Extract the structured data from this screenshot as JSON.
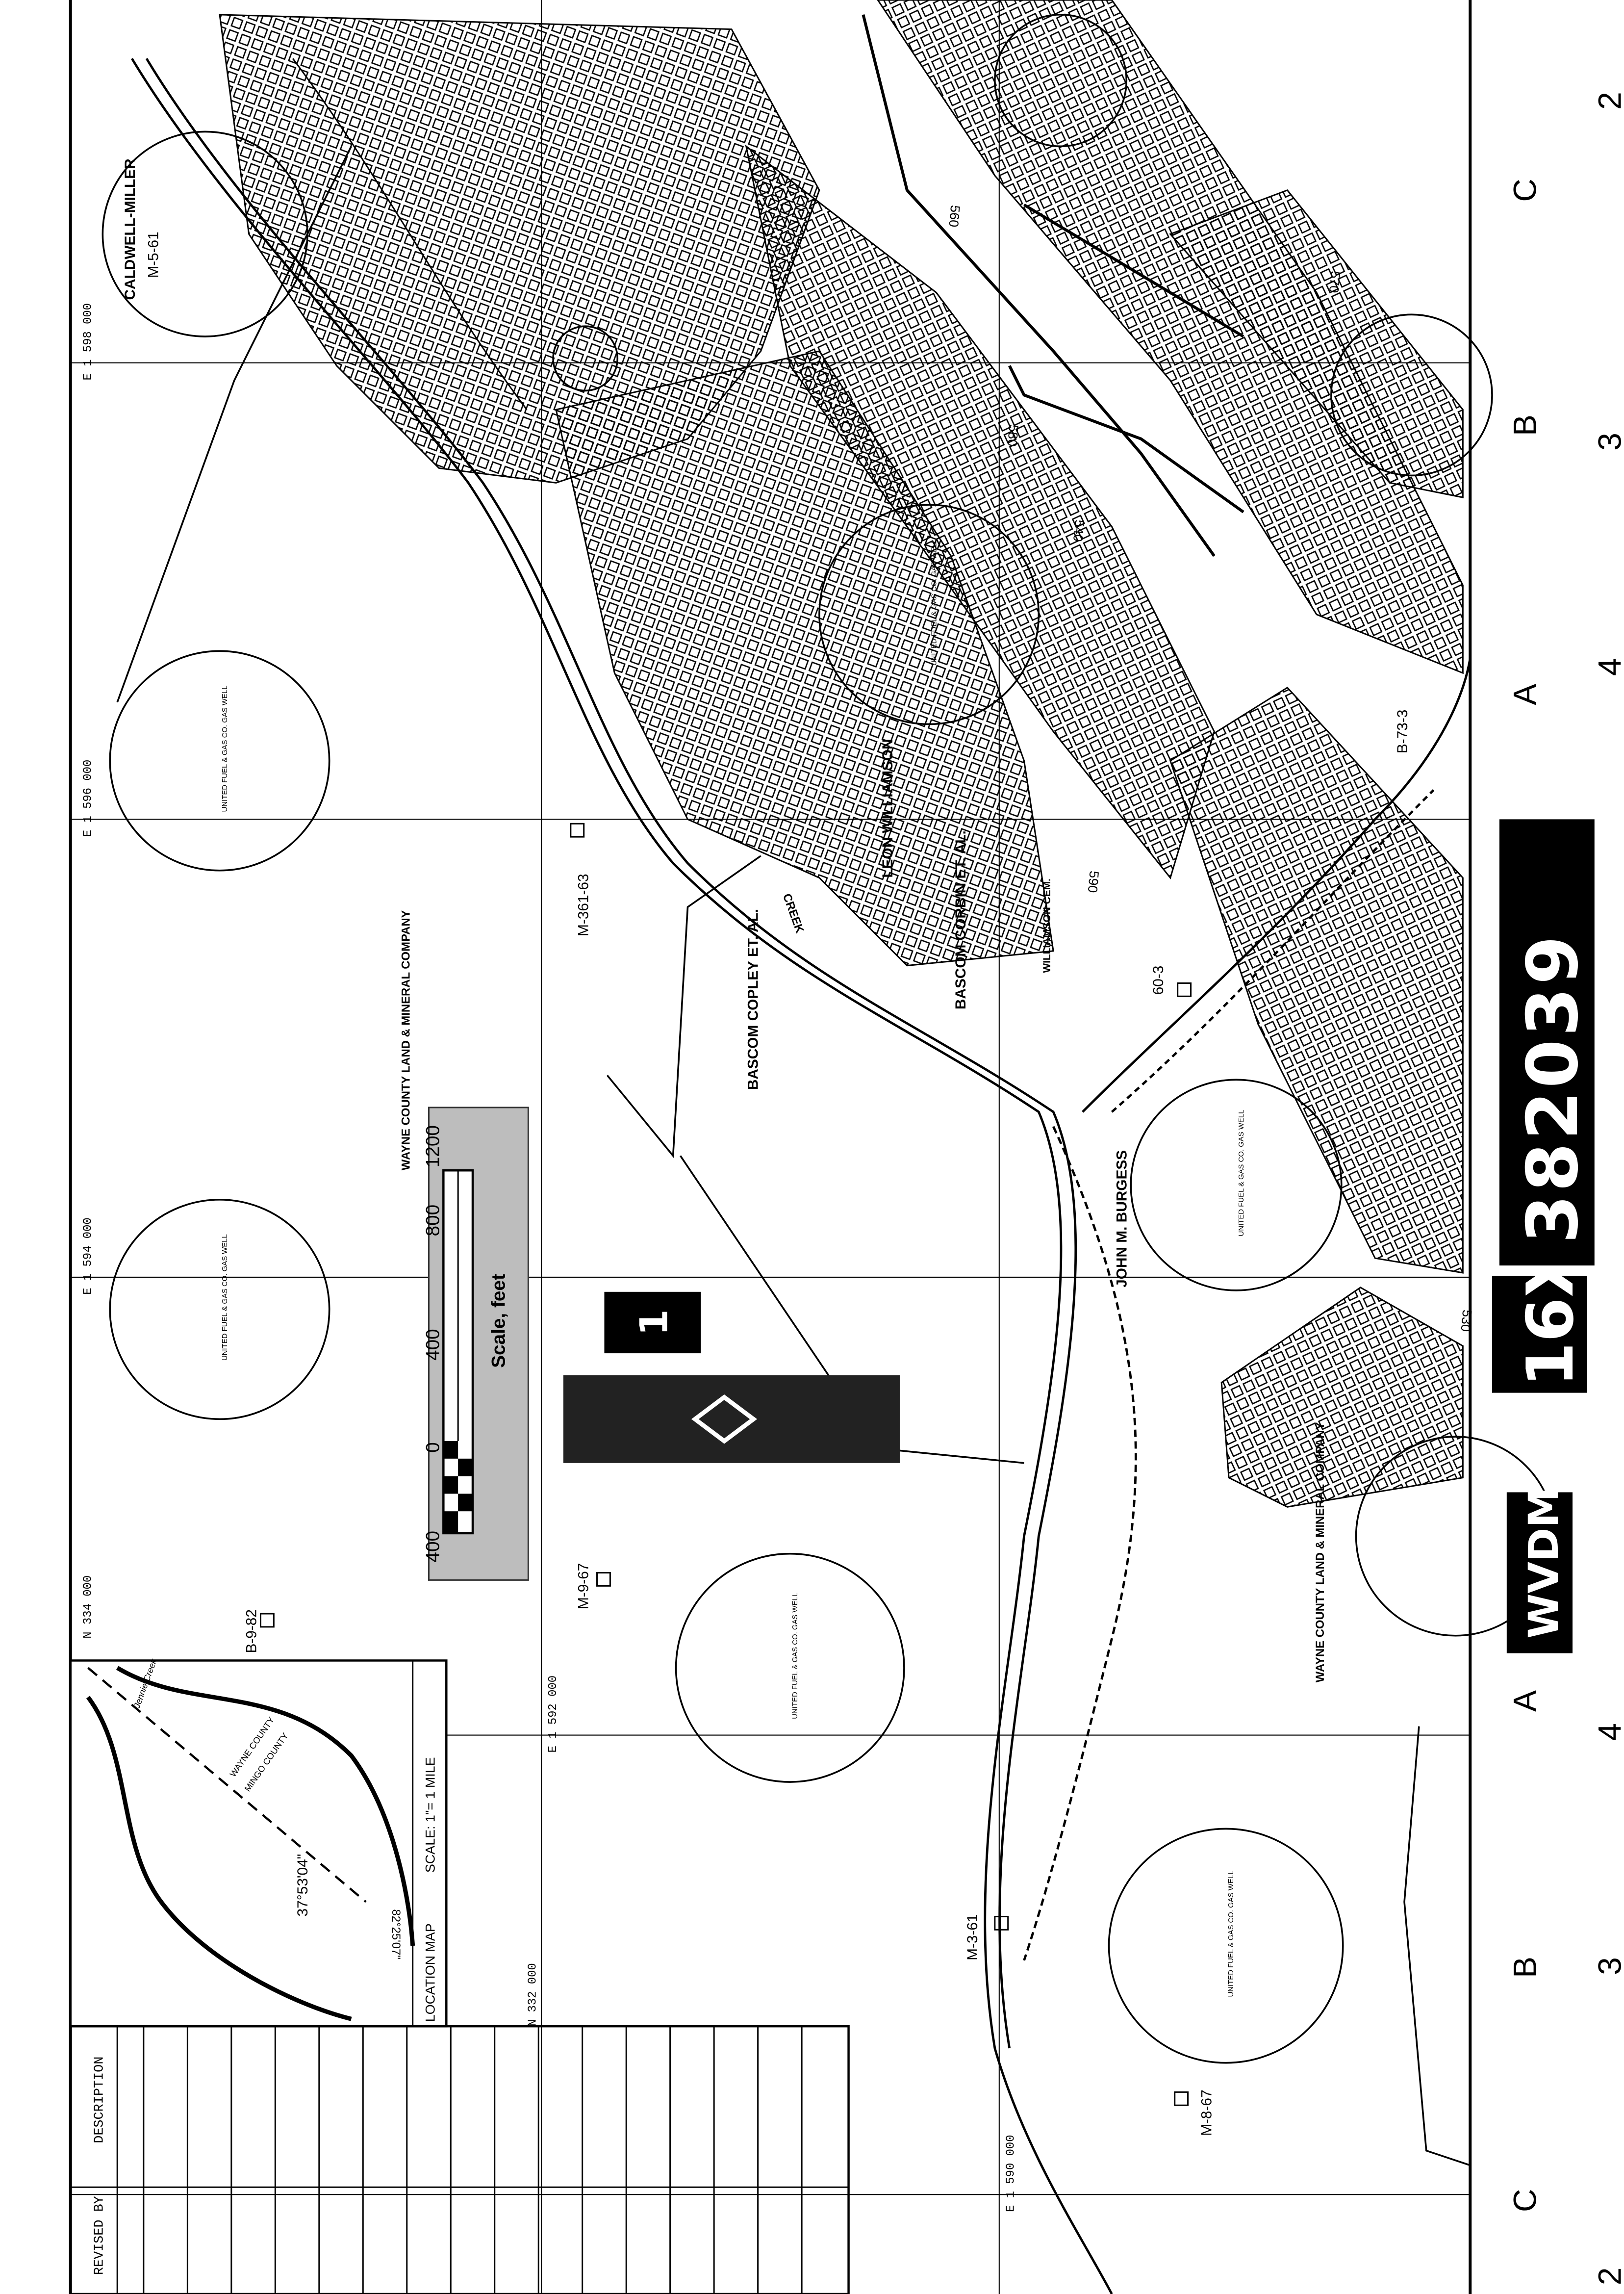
{
  "stamp": {
    "series": "16X",
    "number": "382039",
    "repository": "WVDM"
  },
  "sheet_tab": "1",
  "owners": {
    "caldwell_miller": "CALDWELL-MILLER",
    "wayne_north": "WAYNE COUNTY LAND & MINERAL COMPANY",
    "wayne_south": "WAYNE COUNTY LAND & MINERAL COMPANY",
    "bascom_copley": "BASCOM COPLEY ET. AL.",
    "bascom_corbin": "BASCOM CORBIN ET. AL.",
    "leon_williamson": "LEON WILLIAMSON",
    "john_burgess": "JOHN M. BURGESS",
    "cemetery": "WILLIAMSON CEM."
  },
  "wells": [
    "M-5-61",
    "M-361-63",
    "60-3",
    "M-9-67",
    "B-9-82",
    "M-3-61",
    "M-8-67",
    "B-73-3"
  ],
  "gas_well_label": "UNITED FUEL & GAS CO. GAS WELL",
  "grid": {
    "eastings": [
      "E 1 598 000",
      "E 1 596 000",
      "E 1 594 000",
      "E 1 592 000",
      "E 1 590 000"
    ],
    "northings": [
      "N 334 000",
      "N 332 000"
    ]
  },
  "edge_marks": {
    "top": [
      {
        "num": "2",
        "letter": "C"
      },
      {
        "num": "3",
        "letter": "B"
      },
      {
        "num": "4",
        "letter": "A"
      }
    ],
    "bottom": [
      {
        "num": "4",
        "letter": "A"
      },
      {
        "num": "3",
        "letter": "B"
      },
      {
        "num": "2",
        "letter": "C"
      }
    ]
  },
  "contours": [
    "560",
    "570",
    "580",
    "590",
    "530",
    "540",
    "550"
  ],
  "creek": "CREEK",
  "scale_bar": {
    "title": "Scale, feet",
    "ticks": [
      "400",
      "0",
      "400",
      "800",
      "1200"
    ]
  },
  "location_map": {
    "title": "LOCATION MAP",
    "scale": "SCALE: 1\"= 1 MILE",
    "latitude": "37°53'04\"",
    "longitude": "82°25'07\"",
    "county_1": "WAYNE COUNTY",
    "county_2": "MINGO COUNTY",
    "creek": "Jennie Creek"
  },
  "revision_table": {
    "col1": "REVISED BY",
    "col2": "DESCRIPTION"
  }
}
